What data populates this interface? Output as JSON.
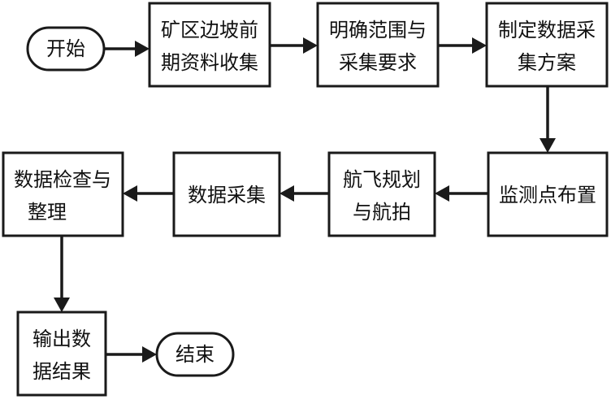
{
  "nodes": {
    "start": "开始",
    "collect_prior_line1": "矿区边坡前",
    "collect_prior_line2": "期资料收集",
    "define_scope_line1": "明确范围与",
    "define_scope_line2": "采集要求",
    "make_plan_line1": "制定数据采",
    "make_plan_line2": "集方案",
    "monitor_points": "监测点布置",
    "flight_line1": "航飞规划",
    "flight_line2": "与航拍",
    "data_collect": "数据采集",
    "check_line1": "数据检查与",
    "check_line2": "整理",
    "output_line1": "输出数",
    "output_line2": "据结果",
    "end": "结束"
  },
  "colors": {
    "stroke": "#1a1a1a",
    "fill": "#ffffff",
    "text": "#111111"
  }
}
